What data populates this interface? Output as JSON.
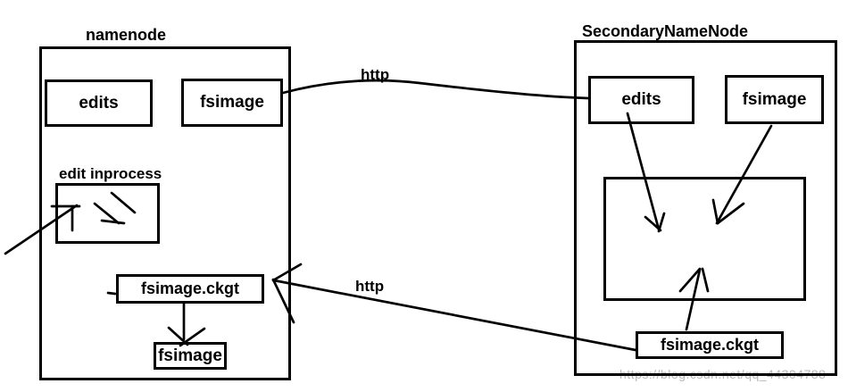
{
  "namenode": {
    "title": "namenode",
    "edits": "edits",
    "fsimage": "fsimage",
    "edit_inprocess": "edit inprocess",
    "fsimage_ckgt": "fsimage.ckgt",
    "fsimage_bottom": "fsimage"
  },
  "secondary_namenode": {
    "title": "SecondaryNameNode",
    "edits": "edits",
    "fsimage": "fsimage",
    "fsimage_ckgt": "fsimage.ckgt"
  },
  "connections": {
    "http_top": "http",
    "http_bottom": "http"
  },
  "watermark": "https://blog.csdn.net/qq_44304788",
  "colors": {
    "ink": "#000000",
    "background": "#ffffff",
    "watermark": "#b9b9b9"
  }
}
